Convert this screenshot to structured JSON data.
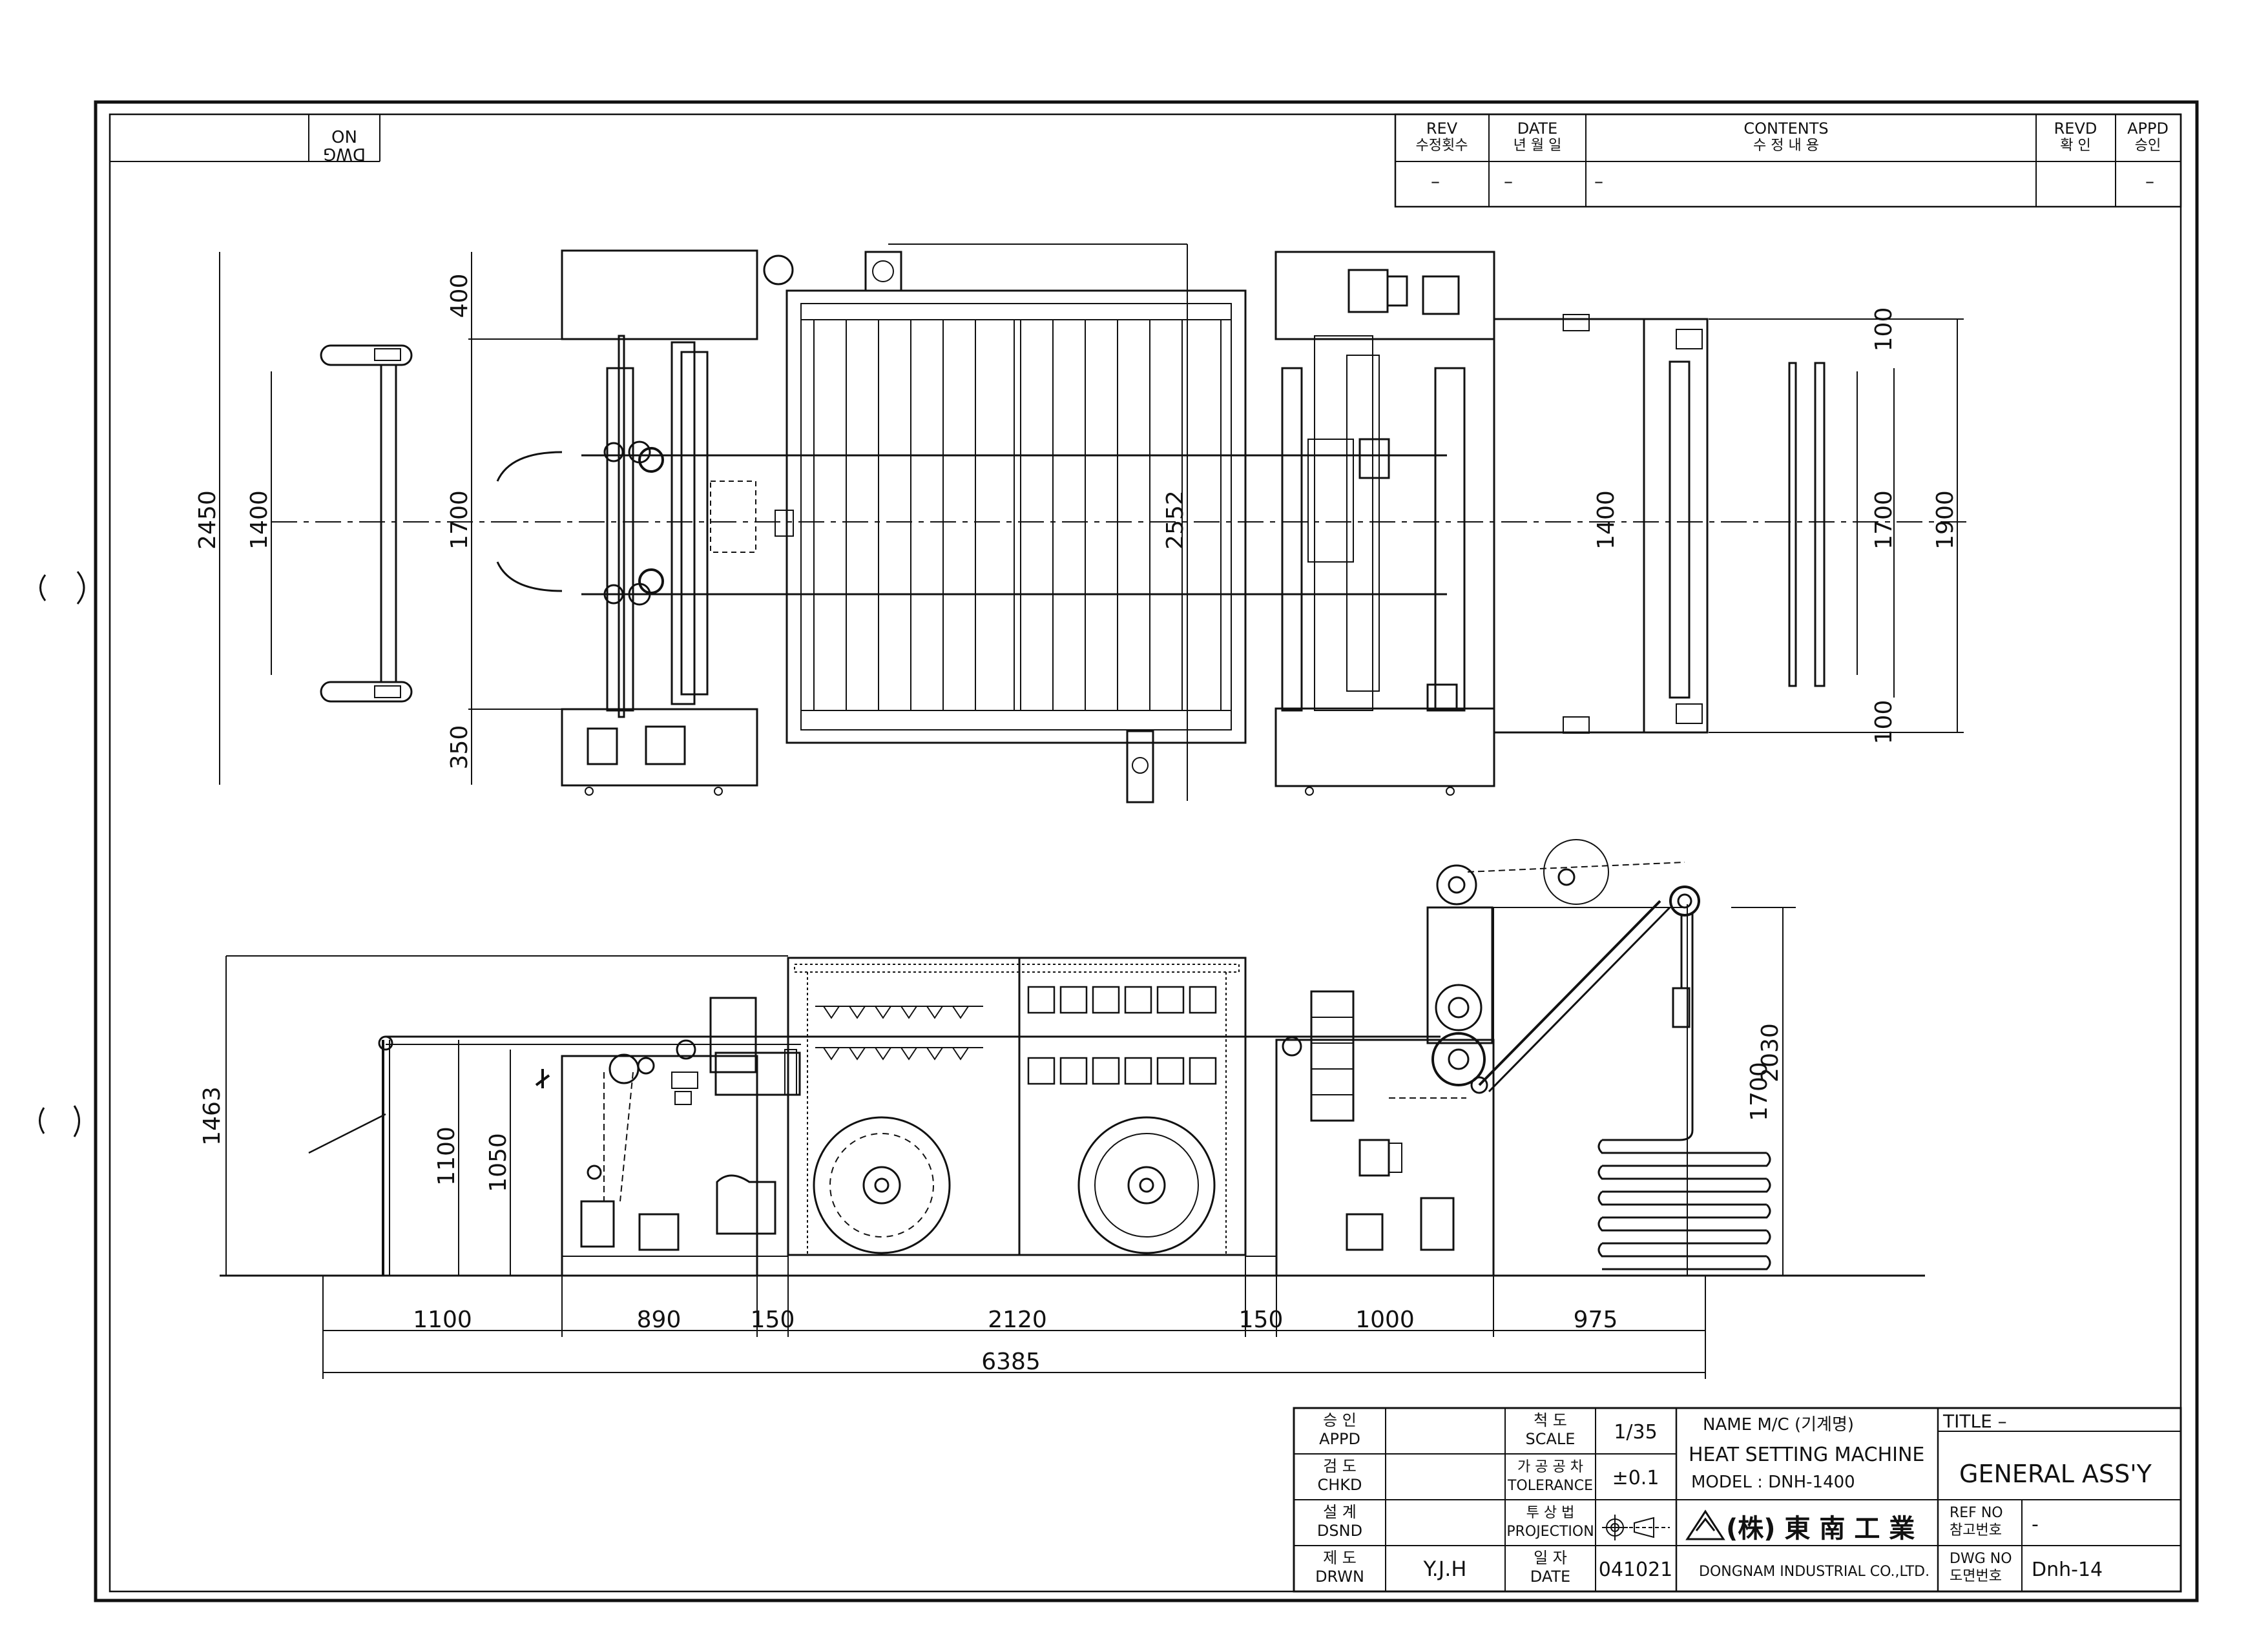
{
  "drawing": {
    "dwg_no_label": [
      "NO",
      "DWG"
    ],
    "revision_block": {
      "headers": {
        "rev": [
          "REV",
          "수정횟수"
        ],
        "date": [
          "DATE",
          "년 월 일"
        ],
        "contents": [
          "CONTENTS",
          "수 정 내 용"
        ],
        "revd": [
          "REVD",
          "확 인"
        ],
        "appd": [
          "APPD",
          "승인"
        ]
      },
      "row": {
        "rev": "–",
        "date": "–",
        "contents": "–",
        "revd": "",
        "appd": "–"
      }
    },
    "plan_view": {
      "dims_left": {
        "overall": "2450",
        "roller": "1400",
        "width": "1700",
        "top": "400",
        "bottom": "350"
      },
      "dims_oven": "2552",
      "dims_right": {
        "top": "100",
        "roller": "1400",
        "width": "1700",
        "overall": "1900",
        "bottom": "100"
      }
    },
    "elevation_view": {
      "dims_height": {
        "left": "1463",
        "feed": "1100",
        "roller": "1050",
        "outlet": "1700",
        "overall": "2030"
      },
      "dims_length": [
        "1100",
        "890",
        "150",
        "2120",
        "150",
        "1000",
        "975"
      ],
      "dim_total": "6385"
    },
    "title_block": {
      "appd": [
        "승 인",
        "APPD"
      ],
      "chkd": [
        "검 도",
        "CHKD"
      ],
      "dsnd": [
        "설 계",
        "DSND"
      ],
      "drwn": [
        "제 도",
        "DRWN"
      ],
      "drwn_value": "Y.J.H",
      "scale": [
        "척 도",
        "SCALE"
      ],
      "scale_value": "1/35",
      "tolerance": [
        "가 공 공 차",
        "TOLERANCE"
      ],
      "tolerance_value": "±0.1",
      "projection": [
        "투 상 법",
        "PROJECTION"
      ],
      "date": [
        "일 자",
        "DATE"
      ],
      "date_value": "041021",
      "name_mc": "NAME M/C    (기계명)",
      "machine": "HEAT SETTING MACHINE",
      "model": "MODEL : DNH-1400",
      "company_korean": "(株) 東 南 工 業",
      "company_english": "DONGNAM INDUSTRIAL CO.,LTD.",
      "title_label": "TITLE  –",
      "title_value": "GENERAL ASS'Y",
      "ref_no": [
        "REF NO",
        "참고번호"
      ],
      "ref_no_value": "-",
      "dwg_no": [
        "DWG NO",
        "도면번호"
      ],
      "dwg_no_value": "Dnh-14"
    }
  }
}
